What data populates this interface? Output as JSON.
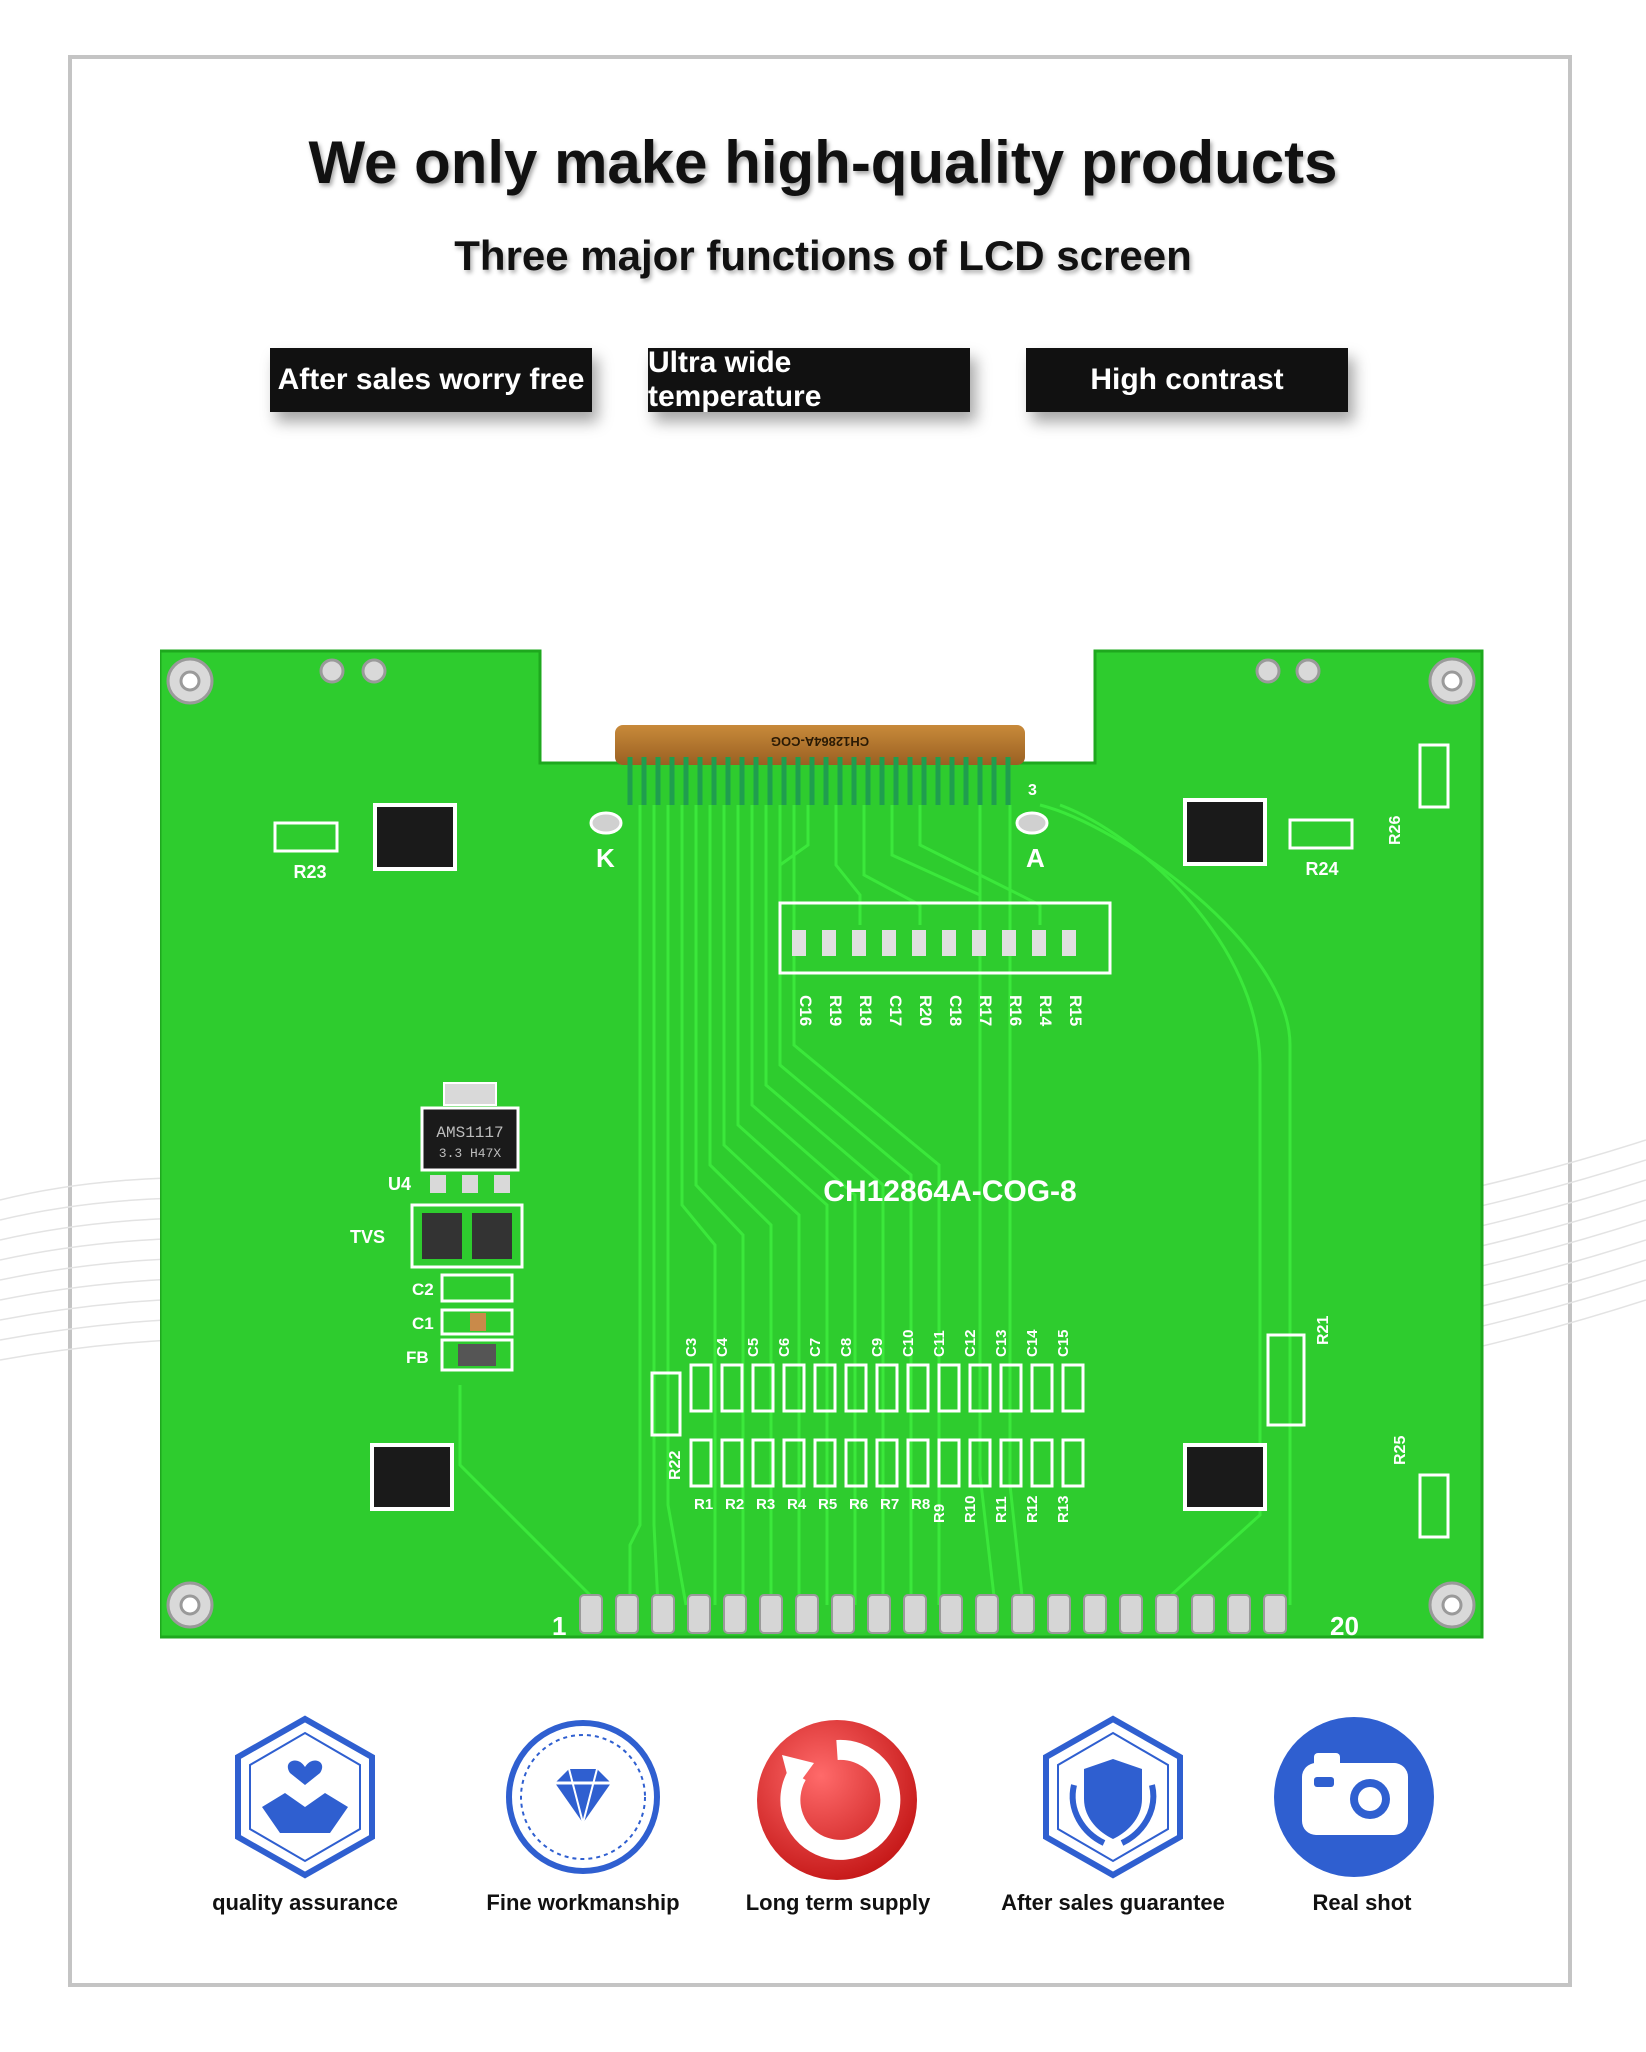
{
  "header": {
    "title": "We only make high-quality products",
    "subtitle": "Three major functions of LCD screen"
  },
  "features": [
    {
      "label": "After sales worry free"
    },
    {
      "label": "Ultra wide temperature"
    },
    {
      "label": "High contrast"
    }
  ],
  "pcb": {
    "model": "CH12864A-COG-8",
    "fpc_text": "CH12864A-COG",
    "fpc_pin": "3",
    "regulator": "AMS1117",
    "regulator_sub": "3.3 H47X",
    "labels": {
      "k": "K",
      "a": "A",
      "u4": "U4",
      "tvs": "TVS",
      "c2": "C2",
      "c1": "C1",
      "fb": "FB",
      "r23": "R23",
      "r24": "R24",
      "r26": "R26",
      "r21": "R21",
      "r25": "R25",
      "r22": "R22",
      "pin1": "1",
      "pin20": "20"
    },
    "top_row": [
      "C16",
      "R19",
      "R18",
      "C17",
      "R20",
      "C18",
      "R17",
      "R16",
      "R14",
      "R15"
    ],
    "caps_row": [
      "C3",
      "C4",
      "C5",
      "C6",
      "C7",
      "C8",
      "C9",
      "C10",
      "C11",
      "C12",
      "C13",
      "C14",
      "C15"
    ],
    "res_row": [
      "R1",
      "R2",
      "R3",
      "R4",
      "R5",
      "R6",
      "R7",
      "R8",
      "R9",
      "R10",
      "R11",
      "R12",
      "R13"
    ]
  },
  "badges": [
    {
      "label": "quality assurance",
      "icon": "handshake-heart-icon"
    },
    {
      "label": "Fine workmanship",
      "icon": "diamond-icon"
    },
    {
      "label": "Long term supply",
      "icon": "refresh-arrow-icon"
    },
    {
      "label": "After sales guarantee",
      "icon": "shield-laurel-icon"
    },
    {
      "label": "Real shot",
      "icon": "camera-icon"
    }
  ],
  "colors": {
    "pcb_green": "#2ecc2e",
    "trace_green": "#33dd33",
    "badge_blue": "#2f5fd0",
    "badge_red": "#e02626",
    "button_black": "#111111"
  }
}
